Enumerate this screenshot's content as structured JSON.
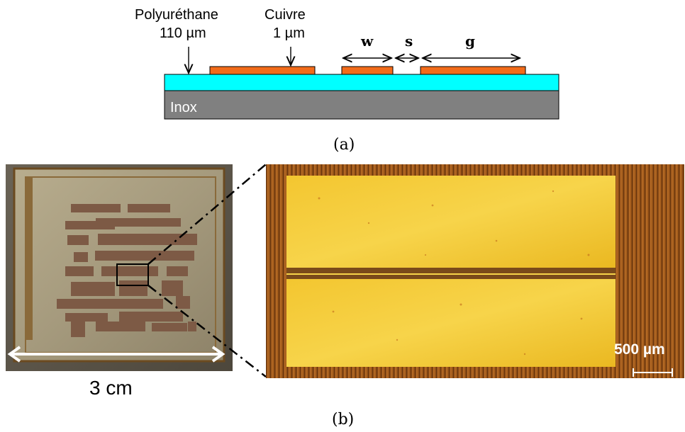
{
  "diagram_a": {
    "labels": {
      "polyurethane": "Polyuréthane",
      "polyurethane_thickness": "110 µm",
      "copper": "Cuivre",
      "copper_thickness": "1 µm",
      "w": "w",
      "s": "s",
      "g": "g",
      "substrate": "Inox"
    },
    "colors": {
      "copper": "#f26b1a",
      "polyurethane": "#00ffff",
      "steel": "#808080"
    },
    "caption": "(a)"
  },
  "figure_b": {
    "scale_left": "3 cm",
    "scale_right": "500 µm",
    "caption": "(b)"
  }
}
